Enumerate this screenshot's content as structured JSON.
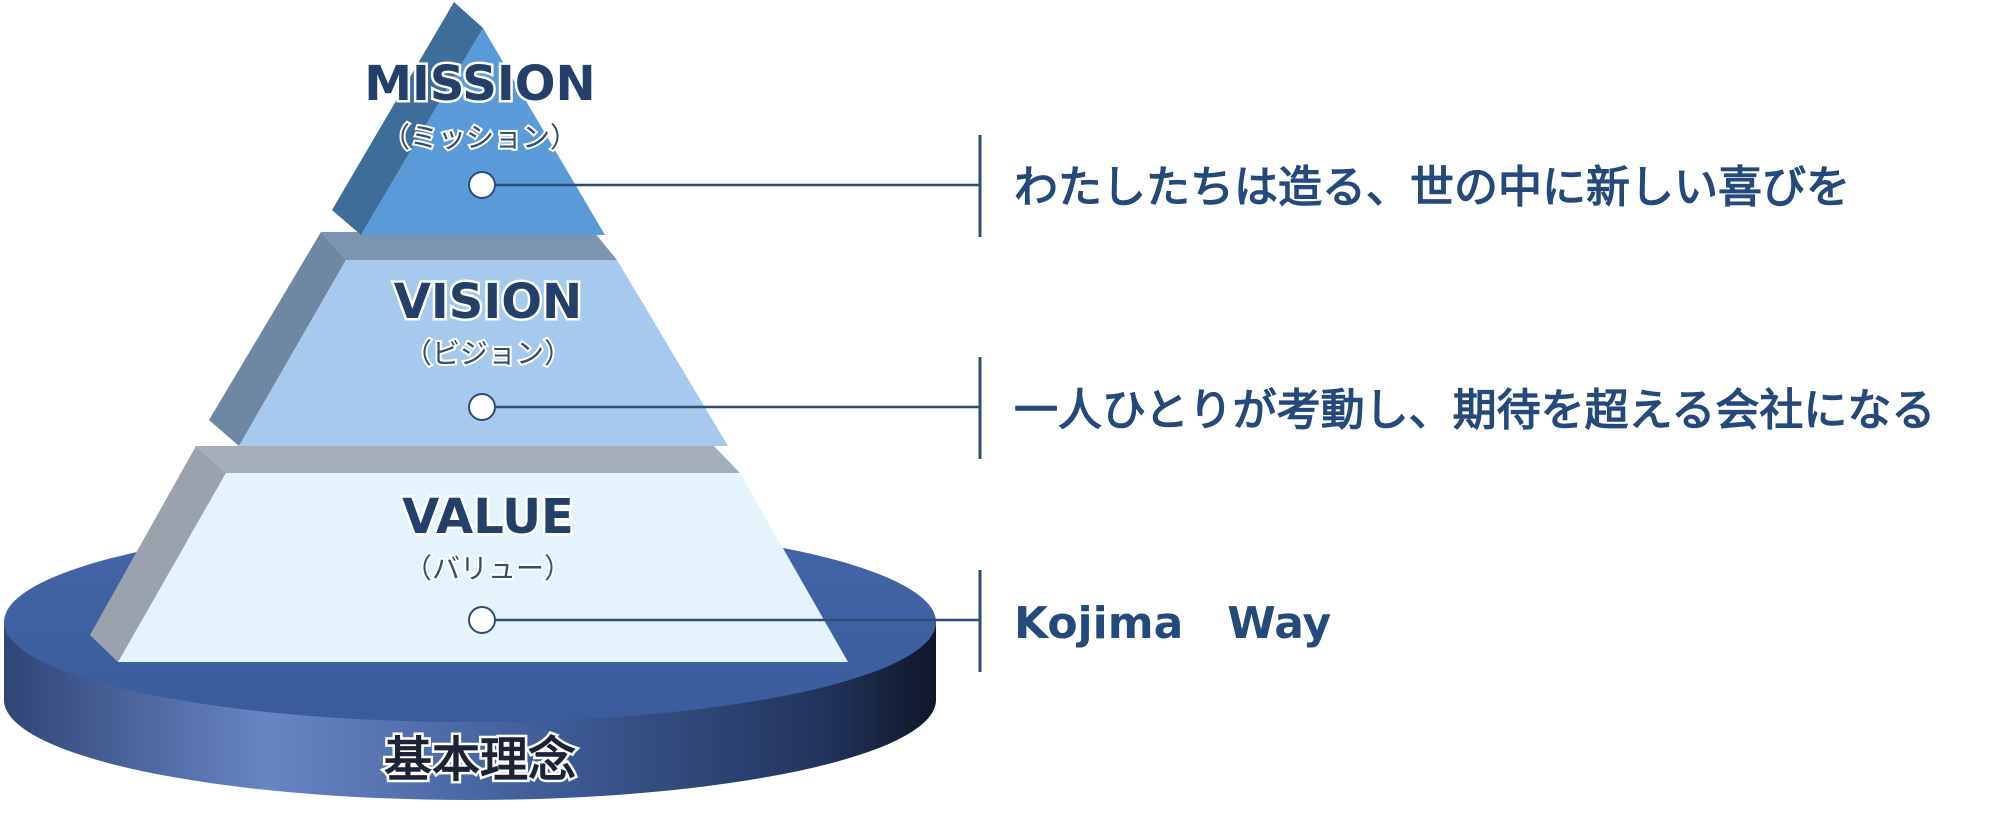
{
  "tiers": [
    {
      "key": "mission",
      "title": "MISSION",
      "subtitle": "（ミッション）",
      "statement": "わたしたちは造る、世の中に新しい喜びを"
    },
    {
      "key": "vision",
      "title": "VISION",
      "subtitle": "（ビジョン）",
      "statement": "一人ひとりが考動し、期待を超える会社になる"
    },
    {
      "key": "value",
      "title": "VALUE",
      "subtitle": "（バリュー）",
      "statement": "Kojima　Way"
    }
  ],
  "base": {
    "label": "基本理念"
  },
  "colors": {
    "mission_face": "#5b9ad8",
    "mission_side": "#3e6d9a",
    "vision_face": "#a7c9ee",
    "vision_side": "#6e88a3",
    "value_face": "#e5f3fd",
    "value_side": "#9aa3ad",
    "platform_top": "#3f63a6",
    "platform_rim_dark": "#1a2a4a",
    "platform_rim_light": "#6885c3",
    "text_dark": "#24406a",
    "statement": "#24497a",
    "line": "#2d4c78"
  }
}
